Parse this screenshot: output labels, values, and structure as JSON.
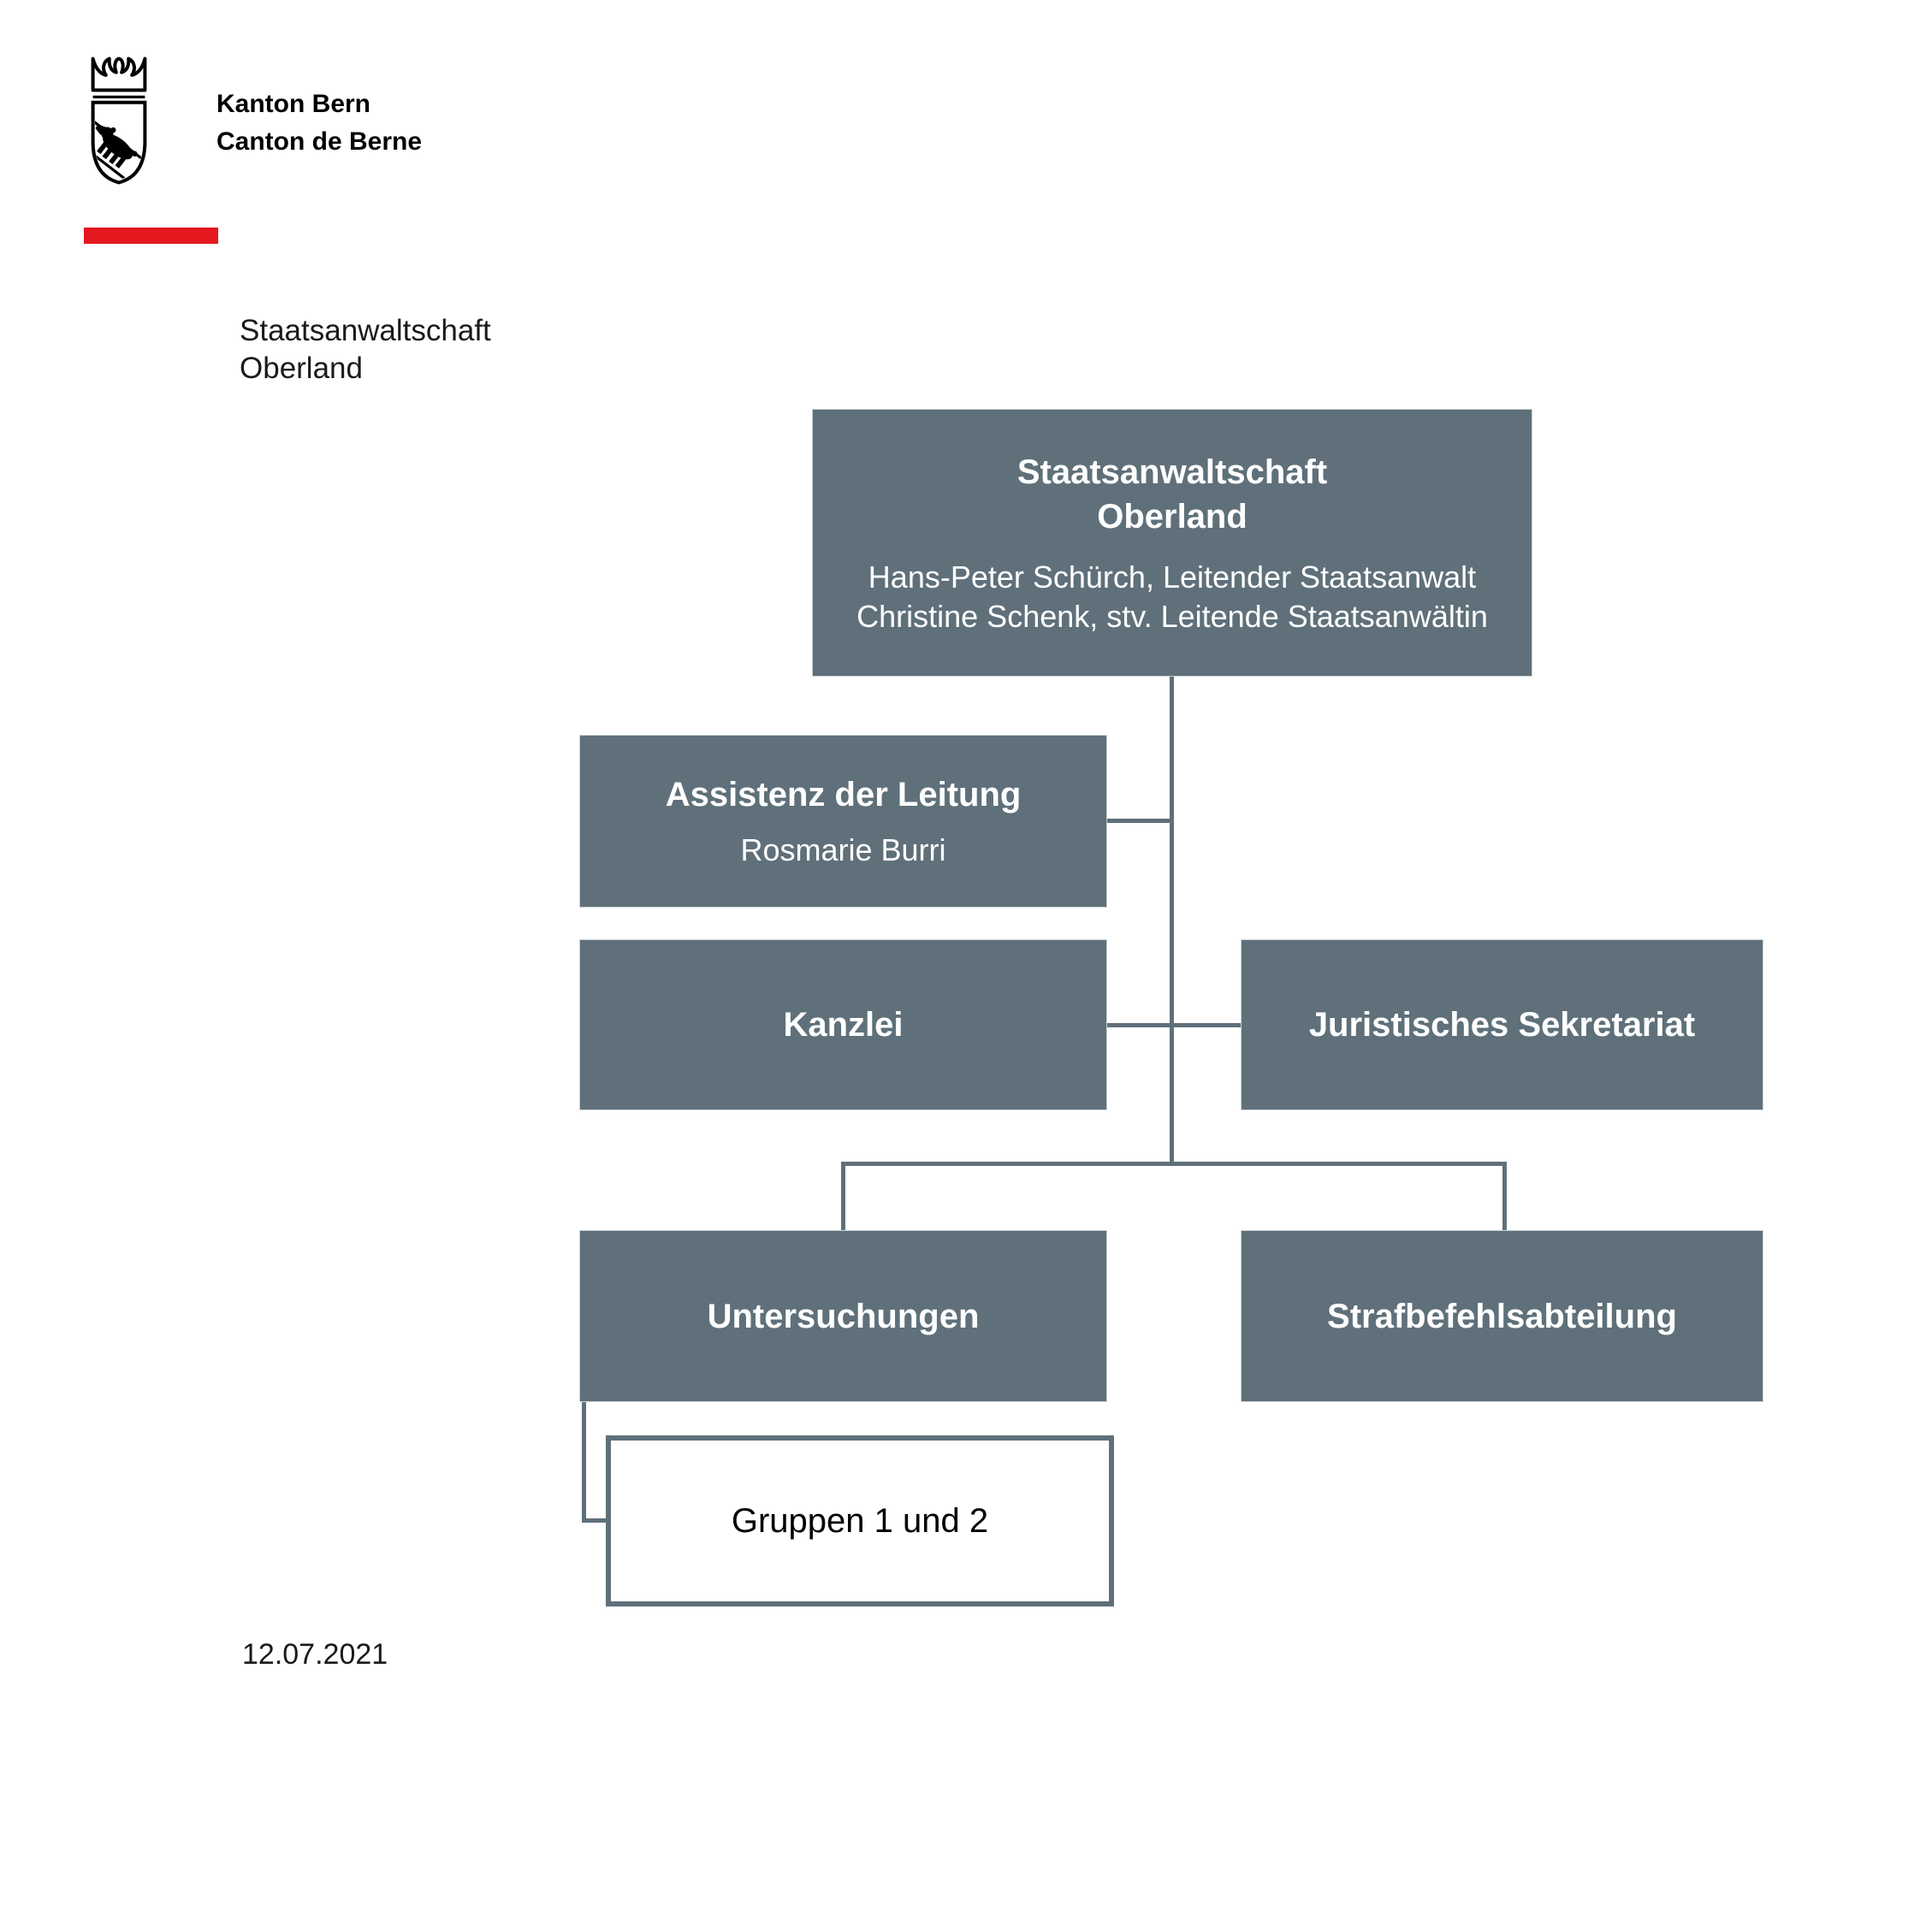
{
  "colors": {
    "box": "#5f707a",
    "line": "#5f707a",
    "box_text": "#ffffff",
    "red_bar": "#e5171f"
  },
  "header": {
    "logo_icon": "bern-coat-of-arms",
    "brand_line1": "Kanton Bern",
    "brand_line2": "Canton de Berne",
    "department_line1": "Staatsanwaltschaft",
    "department_line2": "Oberland"
  },
  "chart": {
    "type": "org-chart",
    "nodes": {
      "root": {
        "title_line1": "Staatsanwaltschaft",
        "title_line2": "Oberland",
        "person1": "Hans-Peter Schürch, Leitender Staatsanwalt",
        "person2": "Christine Schenk, stv. Leitende Staatsanwältin",
        "children": [
          "assistenz",
          "kanzlei",
          "juristisches",
          "untersuchungen",
          "strafbefehl"
        ]
      },
      "assistenz": {
        "title": "Assistenz der Leitung",
        "person": "Rosmarie Burri"
      },
      "kanzlei": {
        "title": "Kanzlei"
      },
      "juristisches": {
        "title": "Juristisches Sekretariat"
      },
      "untersuchungen": {
        "title": "Untersuchungen",
        "children": [
          "gruppen"
        ]
      },
      "strafbefehl": {
        "title": "Strafbefehlsabteilung"
      },
      "gruppen": {
        "title": "Gruppen 1 und 2"
      }
    }
  },
  "footer": {
    "date": "12.07.2021"
  }
}
